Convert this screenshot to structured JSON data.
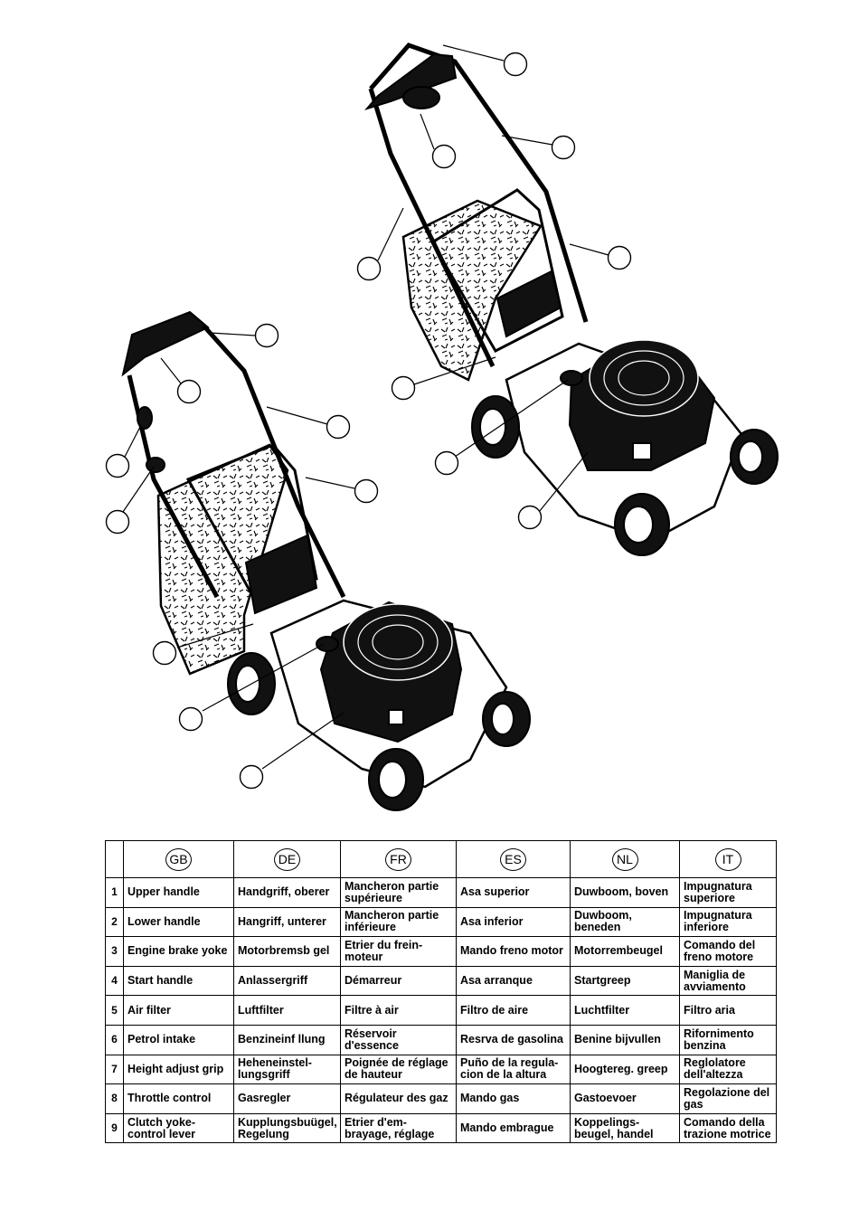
{
  "header": [
    "GB",
    "DE",
    "FR",
    "ES",
    "NL",
    "IT"
  ],
  "rows": [
    {
      "num": "1",
      "gb": "Upper handle",
      "de": "Handgriff, oberer",
      "fr": "Mancheron partie supérieure",
      "es": "Asa superior",
      "nl": "Duwboom, boven",
      "it": "Impugnatura superiore"
    },
    {
      "num": "2",
      "gb": "Lower handle",
      "de": "Hangriff, unterer",
      "fr": "Mancheron partie inférieure",
      "es": "Asa inferior",
      "nl": "Duwboom, beneden",
      "it": "Impugnatura inferiore"
    },
    {
      "num": "3",
      "gb": "Engine brake yoke",
      "de": "Motorbremsb gel",
      "fr": "Etrier du frein-moteur",
      "es": "Mando freno motor",
      "nl": "Motorrembeugel",
      "it": "Comando del freno motore"
    },
    {
      "num": "4",
      "gb": "Start handle",
      "de": "Anlassergriff",
      "fr": "Démarreur",
      "es": "Asa arranque",
      "nl": "Startgreep",
      "it": "Maniglia de avviamento"
    },
    {
      "num": "5",
      "gb": "Air filter",
      "de": "Luftfilter",
      "fr": "Filtre à air",
      "es": "Filtro de aire",
      "nl": "Luchtfilter",
      "it": "Filtro aria"
    },
    {
      "num": "6",
      "gb": "Petrol intake",
      "de": "Benzineinf llung",
      "fr": "Réservoir d'essence",
      "es": "Resrva de gasolina",
      "nl": "Benine bijvullen",
      "it": "Rifornimento benzina"
    },
    {
      "num": "7",
      "gb": "Height adjust grip",
      "de": "Heheneinstel-lungsgriff",
      "fr": "Poignée de réglage de hauteur",
      "es": "Puño de la regula-cion de la altura",
      "nl": "Hoogtereg. greep",
      "it": "Reglolatore dell'altezza"
    },
    {
      "num": "8",
      "gb": "Throttle control",
      "de": "Gasregler",
      "fr": "Régulateur des gaz",
      "es": "Mando gas",
      "nl": "Gastoevoer",
      "it": "Regolazione del gas"
    },
    {
      "num": "9",
      "gb": "Clutch yoke-control lever",
      "de": "Kupplungsbuügel, Regelung",
      "fr": "Etrier d'em-brayage, réglage",
      "es": "Mando embrague",
      "nl": "Koppelings-beugel, handel",
      "it": "Comando della trazione motrice"
    }
  ]
}
